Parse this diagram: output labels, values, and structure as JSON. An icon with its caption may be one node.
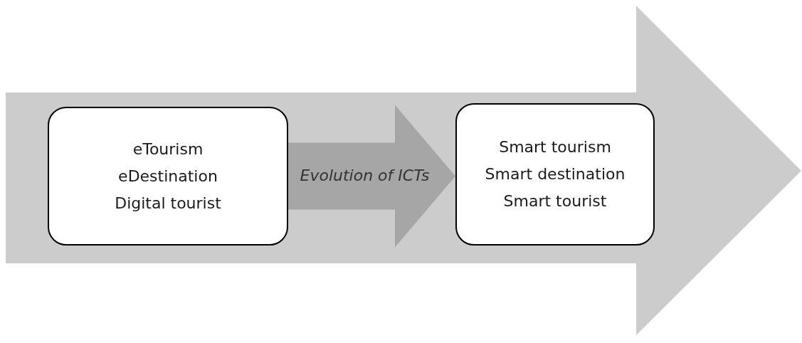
{
  "diagram": {
    "nodes": [
      {
        "text": [],
        "shape": "arrow"
      },
      {
        "text": [
          "eTourism",
          "eDestination",
          "Digital tourist"
        ],
        "in": 0
      },
      {
        "text": [
          "Smart tourism",
          "Smart destination",
          "Smart tourist"
        ],
        "in": 0
      }
    ],
    "edges": [
      {
        "from": 1,
        "to": 2,
        "arrow": "to",
        "label": "Evolution of ICTs",
        "style": "thick"
      }
    ]
  }
}
